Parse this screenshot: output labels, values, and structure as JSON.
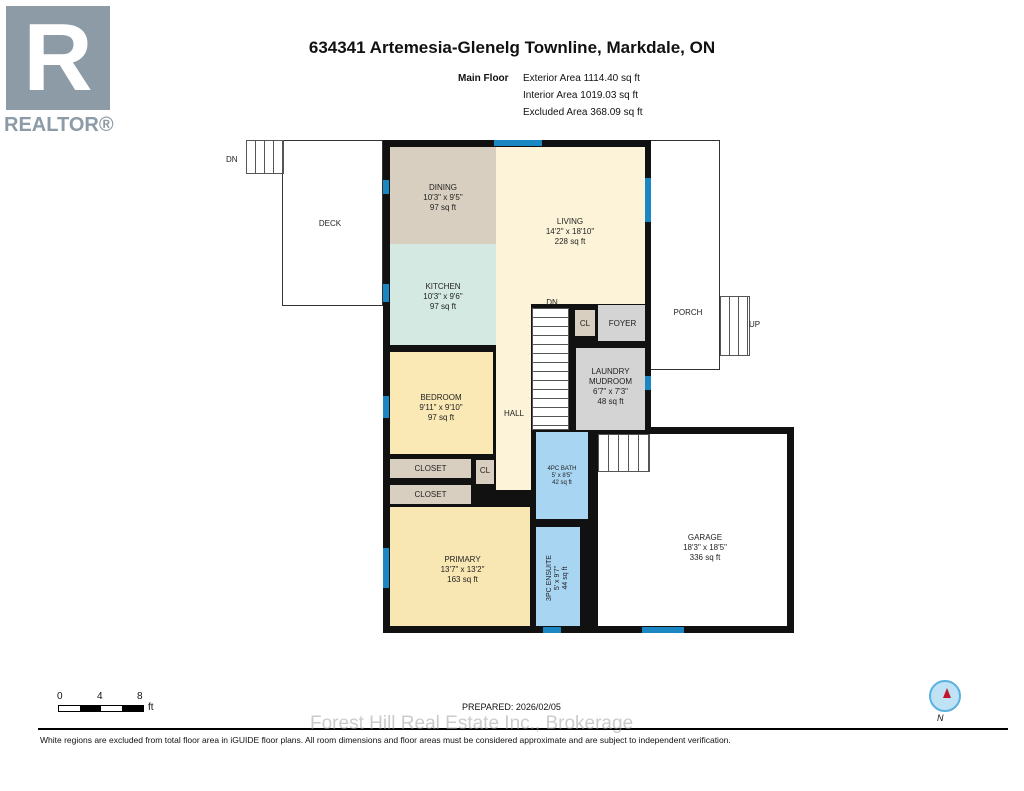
{
  "logo": {
    "text": "REALTOR®",
    "letter": "R"
  },
  "title": "634341 Artemesia-Glenelg Townline, Markdale, ON",
  "areas": {
    "floor": "Main Floor",
    "exterior": "Exterior Area 1114.40 sq ft",
    "interior": "Interior Area 1019.03 sq ft",
    "excluded": "Excluded Area 368.09 sq ft"
  },
  "rooms": {
    "dining": {
      "name": "DINING",
      "dims": "10'3\" x 9'5\"",
      "area": "97 sq ft"
    },
    "kitchen": {
      "name": "KITCHEN",
      "dims": "10'3\" x 9'6\"",
      "area": "97 sq ft"
    },
    "living": {
      "name": "LIVING",
      "dims": "14'2\" x 18'10\"",
      "area": "228 sq ft"
    },
    "bedroom": {
      "name": "BEDROOM",
      "dims": "9'11\" x 9'10\"",
      "area": "97 sq ft"
    },
    "laundry": {
      "name": "LAUNDRY\nMUDROOM",
      "dims": "6'7\" x 7'3\"",
      "area": "48 sq ft"
    },
    "bath": {
      "name": "4PC BATH",
      "dims": "5' x 8'5\"",
      "area": "42 sq ft"
    },
    "ensuite": {
      "name": "3PC ENSUITE",
      "dims": "5' x 9'7\"",
      "area": "44 sq ft"
    },
    "primary": {
      "name": "PRIMARY",
      "dims": "13'7\" x 13'2\"",
      "area": "163 sq ft"
    },
    "garage": {
      "name": "GARAGE",
      "dims": "18'3\" x 18'5\"",
      "area": "336 sq ft"
    },
    "closet1": "CLOSET",
    "closet2": "CLOSET",
    "cl1": "CL",
    "cl2": "CL",
    "foyer": "FOYER",
    "hall": "HALL",
    "deck": "DECK",
    "porch": "PORCH"
  },
  "labels": {
    "dn_deck": "DN",
    "dn_stairs": "DN",
    "up_porch": "UP"
  },
  "scale": {
    "t0": "0",
    "t4": "4",
    "t8": "8",
    "unit": "ft"
  },
  "prepared": "PREPARED: 2026/02/05",
  "compass": {
    "label": "N",
    "icon": "compass-icon"
  },
  "watermark": "Forest Hill Real Estate Inc., Brokerage",
  "disclaimer": "White regions are excluded from total floor area in iGUIDE floor plans. All room dimensions and floor areas must be considered approximate and are subject to independent verification.",
  "colors": {
    "dining": "#d9cfc0",
    "kitchen": "#d4e9e1",
    "living": "#fcf3d8",
    "bedroom": "#fae8b5",
    "bath": "#a8d5f2",
    "gray": "#d4d4d4",
    "window": "#1a86c2"
  }
}
